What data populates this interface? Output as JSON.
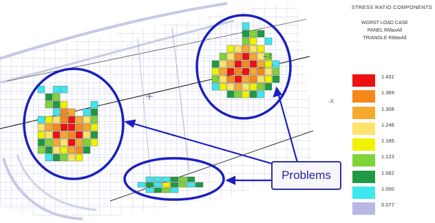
{
  "header": {
    "title": "STRESS RATIO COMPONENTS",
    "subtitle_lines": [
      "WORST LOAD CASE",
      "PANEL RMaxAll",
      "TRIANGLE RMaxAll"
    ]
  },
  "legend": {
    "items": [
      {
        "value": "1.431",
        "color": "#ee1111"
      },
      {
        "value": "1.369",
        "color": "#f5881a"
      },
      {
        "value": "1.308",
        "color": "#f5aa2e"
      },
      {
        "value": "1.246",
        "color": "#ffe46b"
      },
      {
        "value": "1.185",
        "color": "#f0f200"
      },
      {
        "value": "1.123",
        "color": "#7fd43a"
      },
      {
        "value": "1.062",
        "color": "#1f9a44"
      },
      {
        "value": "1.000",
        "color": "#3ee7ee"
      },
      {
        "value": "0.077",
        "color": "#b8b8e6"
      }
    ]
  },
  "labels": {
    "axis_x": "-X",
    "axis_z": "Z",
    "callout": "Problems"
  },
  "colors": {
    "callout_border": "#2a2fa8",
    "mesh": "#b8bde0",
    "circle": "#1b1fbf"
  }
}
